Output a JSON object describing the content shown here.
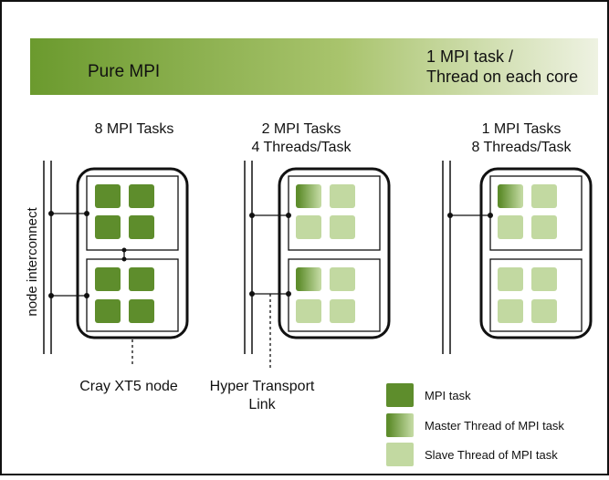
{
  "banner": {
    "left_text": "Pure MPI",
    "right_line1": "1 MPI task /",
    "right_line2": "Thread on each core",
    "gradient_left": "#6b9a2e",
    "gradient_right": "#eef2e2"
  },
  "colors": {
    "mpi_task": "#5e8d2c",
    "slave": "#c2d9a1",
    "master_start": "#5e8d2c",
    "master_end": "#c2d9a1",
    "frame": "#111111"
  },
  "columns": [
    {
      "title_line1": "8 MPI Tasks",
      "title_line2": ""
    },
    {
      "title_line1": "2 MPI Tasks",
      "title_line2": "4 Threads/Task"
    },
    {
      "title_line1": "1 MPI Tasks",
      "title_line2": "8 Threads/Task"
    }
  ],
  "labels": {
    "node_interconnect": "node interconnect",
    "cray_node": "Cray XT5 node",
    "hyper_transport_line1": "Hyper Transport",
    "hyper_transport_line2": "Link"
  },
  "legend": [
    {
      "label": "MPI task",
      "kind": "mpi_task"
    },
    {
      "label": "Master Thread of MPI task",
      "kind": "master"
    },
    {
      "label": "Slave Thread of MPI task",
      "kind": "slave"
    }
  ]
}
